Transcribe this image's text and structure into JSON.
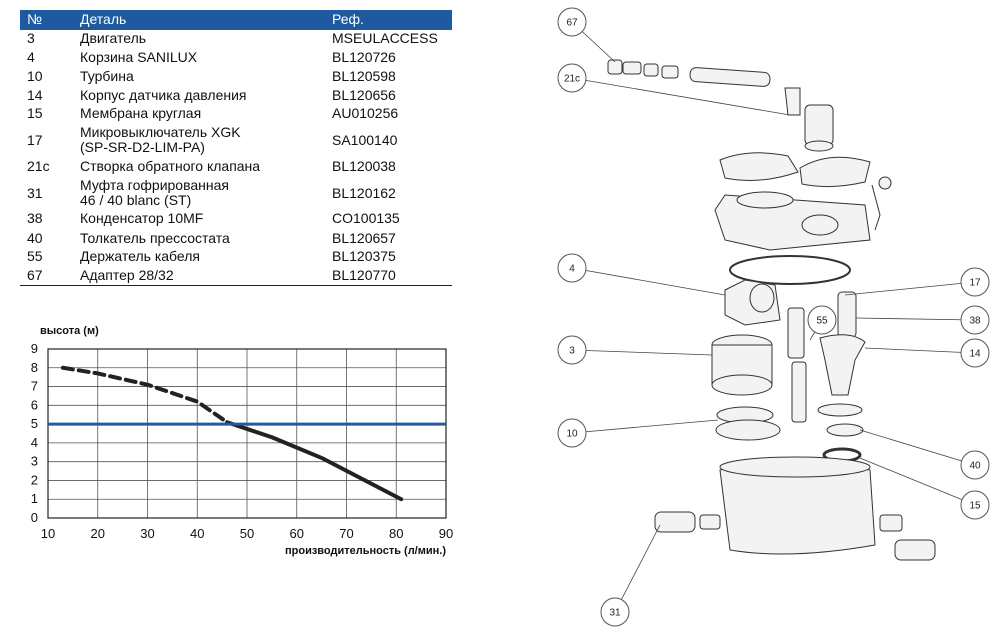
{
  "parts_table": {
    "headers": {
      "num": "№",
      "part": "Деталь",
      "ref": "Реф."
    },
    "rows": [
      {
        "num": "3",
        "part": "Двигатель",
        "ref": "MSEULACCESS"
      },
      {
        "num": "4",
        "part": "Корзина SANILUX",
        "ref": "BL120726"
      },
      {
        "num": "10",
        "part": "Турбина",
        "ref": "BL120598"
      },
      {
        "num": "14",
        "part": "Корпус датчика давления",
        "ref": "BL120656"
      },
      {
        "num": "15",
        "part": "Мембрана круглая",
        "ref": "AU010256"
      },
      {
        "num": "17",
        "part": "Микровыключатель XGK\n(SP-SR-D2-LIM-PA)",
        "ref": "SA100140"
      },
      {
        "num": "21c",
        "part": "Створка обратного клапана",
        "ref": "BL120038"
      },
      {
        "num": "31",
        "part": "Муфта гофрированная\n46 / 40 blanc (ST)",
        "ref": "BL120162"
      },
      {
        "num": "38",
        "part": "Конденсатор 10MF",
        "ref": "CO100135"
      },
      {
        "num": "40",
        "part": "Толкатель прессостата",
        "ref": "BL120657"
      },
      {
        "num": "55",
        "part": "Держатель кабеля",
        "ref": "BL120375"
      },
      {
        "num": "67",
        "part": "Адаптер 28/32",
        "ref": "BL120770"
      }
    ]
  },
  "chart_data": {
    "type": "line",
    "xlabel": "производительность (л/мин.)",
    "ylabel": "высота (м)",
    "xlim": [
      10,
      90
    ],
    "ylim": [
      0,
      9
    ],
    "x_ticks": [
      "10",
      "20",
      "30",
      "40",
      "50",
      "60",
      "70",
      "80",
      "90"
    ],
    "y_ticks": [
      "0",
      "1",
      "2",
      "3",
      "4",
      "5",
      "6",
      "7",
      "8",
      "9"
    ],
    "grid": true,
    "series": [
      {
        "style": "dashed",
        "color": "#222222",
        "x": [
          13,
          20,
          30,
          40,
          46
        ],
        "y": [
          8.0,
          7.7,
          7.1,
          6.2,
          5.1
        ]
      },
      {
        "style": "solid",
        "color": "#222222",
        "x": [
          46,
          55,
          65,
          81
        ],
        "y": [
          5.1,
          4.3,
          3.2,
          1.0
        ]
      },
      {
        "style": "hline",
        "color": "#1f5aa0",
        "y": 5
      }
    ]
  },
  "diagram": {
    "callouts": [
      "67",
      "21c",
      "4",
      "3",
      "10",
      "31",
      "55",
      "17",
      "38",
      "14",
      "40",
      "15"
    ]
  }
}
